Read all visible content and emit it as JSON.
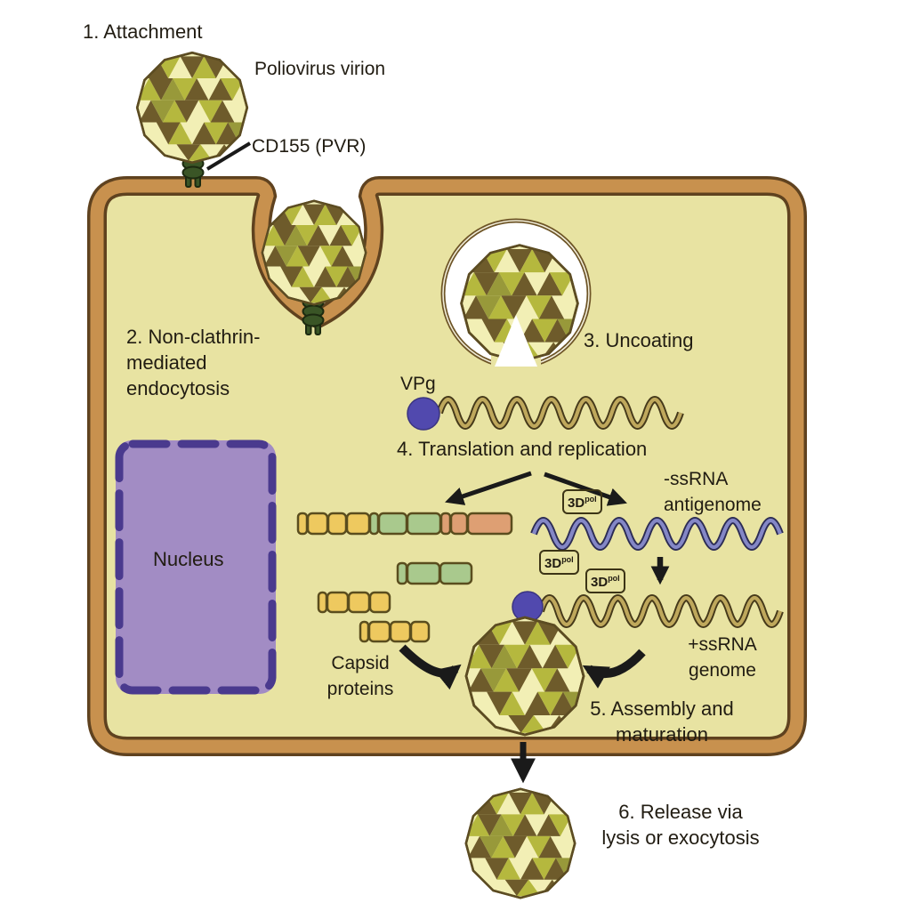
{
  "labels": {
    "step1": "1. Attachment",
    "poliovirus": "Poliovirus virion",
    "cd155": "CD155 (PVR)",
    "step2_l1": "2. Non-clathrin-",
    "step2_l2": "mediated",
    "step2_l3": "endocytosis",
    "step3": "3. Uncoating",
    "vpg": "VPg",
    "step4": "4. Translation and replication",
    "minus_l1": "-ssRNA",
    "minus_l2": "antigenome",
    "pol_base": "3D",
    "pol_sup": "pol",
    "capsid_l1": "Capsid",
    "capsid_l2": "proteins",
    "plus_l1": "+ssRNA",
    "plus_l2": "genome",
    "step5_l1": "5. Assembly and",
    "step5_l2": "maturation",
    "nucleus": "Nucleus",
    "step6_l1": "6. Release via",
    "step6_l2": "lysis or exocytosis"
  },
  "colors": {
    "text": "#211c12",
    "arrow": "#1a1a1a",
    "cell_interior": "#e8e3a2",
    "membrane": "#c8914e",
    "membrane_outline": "#5f421f",
    "nucleus_fill": "#a28cc4",
    "nucleus_border": "#4a3a8e",
    "vesicle_ring": "#6d5426",
    "vpg_purple": "#5149ae",
    "rna_dark": "#45391a",
    "rna_light": "#bfa85c",
    "rna_blue": "#8487c6",
    "rna_blue_dark": "#2c2c54",
    "segment_yellow": "#eec95f",
    "segment_green": "#a9c98d",
    "segment_salmon": "#de9f73",
    "virion_pale": "#f2efb5",
    "virion_olive": "#b5b83e",
    "virion_dark": "#6e5b2b",
    "virion_edge": "#5c4c22",
    "receptor_green": "#3a5526"
  }
}
